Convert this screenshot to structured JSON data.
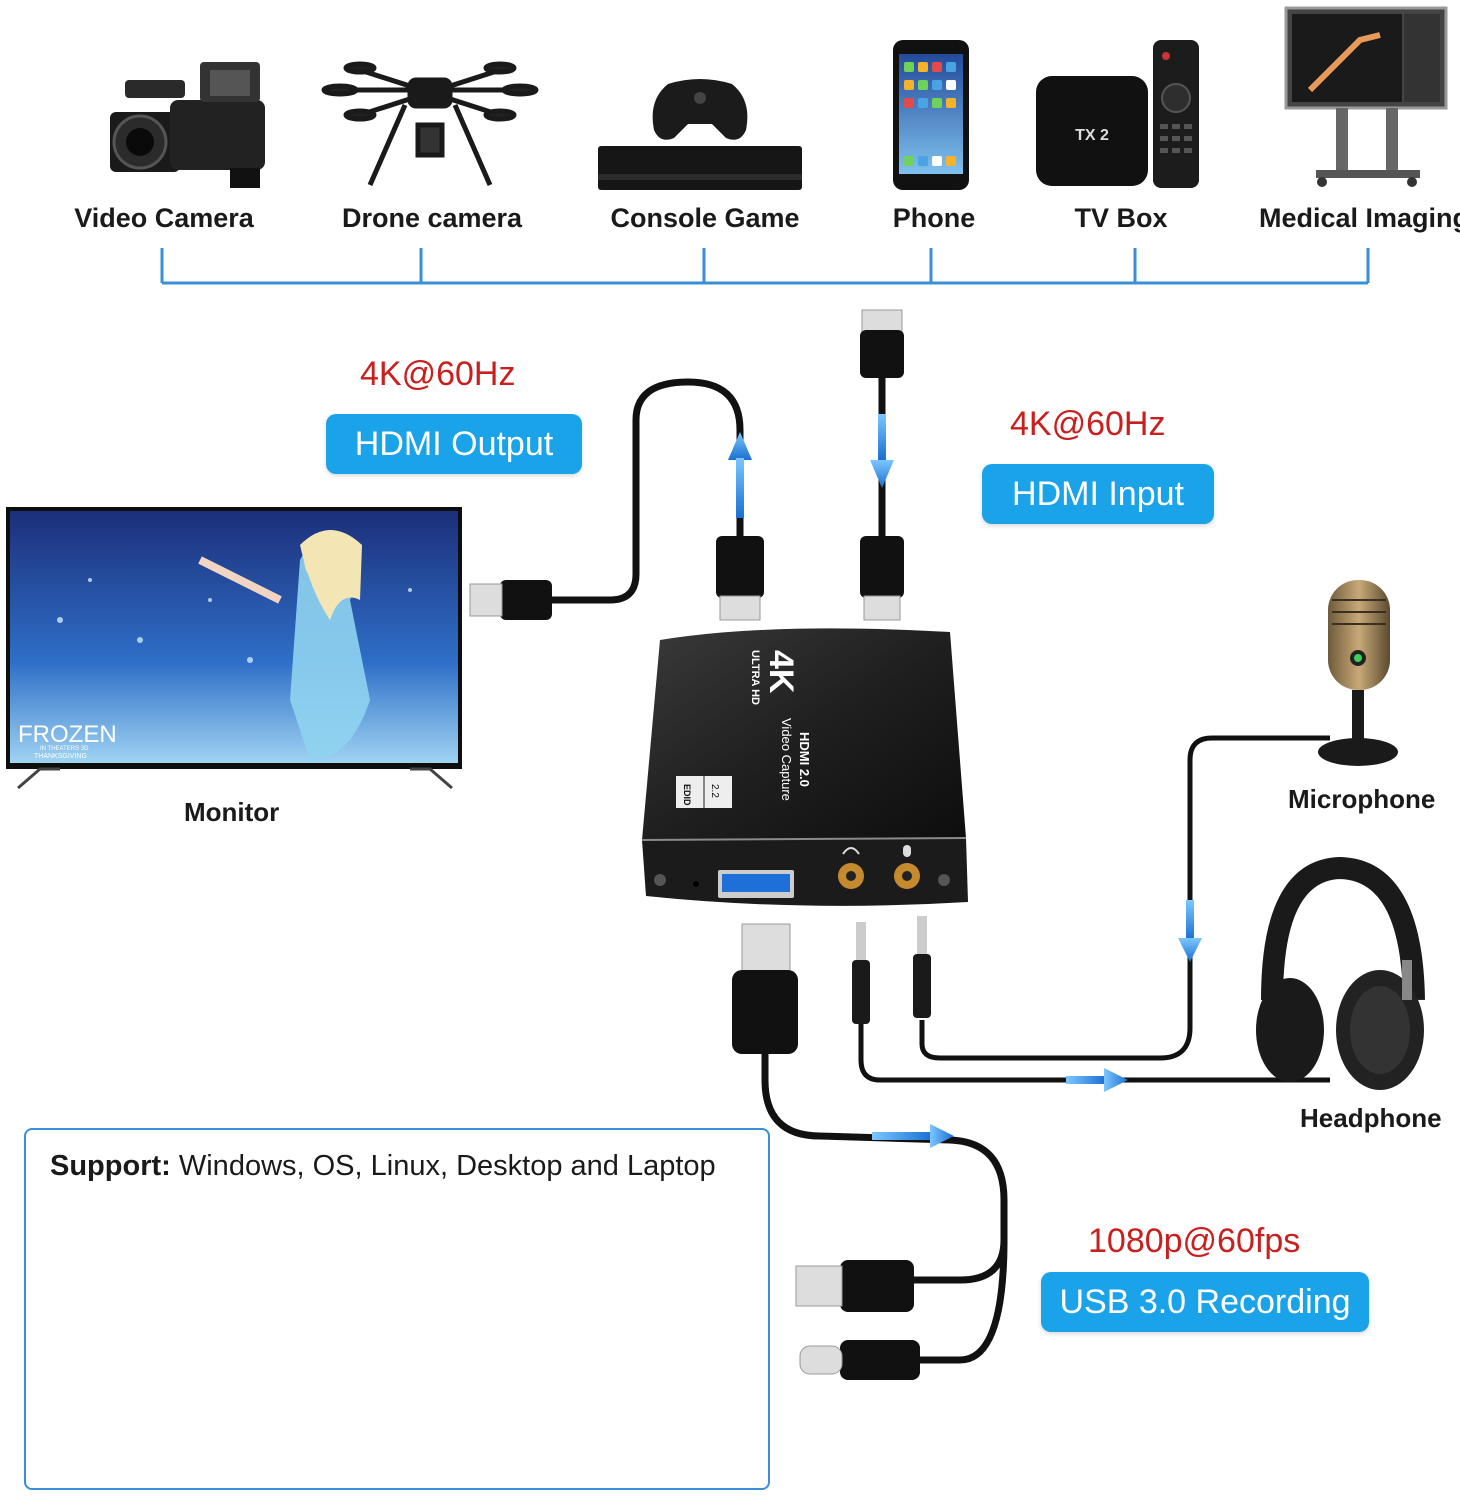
{
  "sources": [
    {
      "label": "Video Camera",
      "icon": "video-camera-icon"
    },
    {
      "label": "Drone camera",
      "icon": "drone-icon"
    },
    {
      "label": "Console Game",
      "icon": "game-console-icon"
    },
    {
      "label": "Phone",
      "icon": "phone-icon"
    },
    {
      "label": "TV Box",
      "icon": "tv-box-icon"
    },
    {
      "label": "Medical Imaging",
      "icon": "medical-monitor-icon"
    }
  ],
  "output": {
    "spec": "4K@60Hz",
    "label": "HDMI Output"
  },
  "input": {
    "spec": "4K@60Hz",
    "label": "HDMI Input"
  },
  "recording": {
    "spec": "1080p@60fps",
    "label": "USB 3.0 Recording"
  },
  "devices": {
    "monitor": "Monitor",
    "microphone": "Microphone",
    "headphone": "Headphone"
  },
  "tv_screen": {
    "title": "FROZEN",
    "subtitle": "IN THEATERS 3D",
    "line": "THANKSGIVING"
  },
  "tv_box_brand": "TX 2",
  "capture_card": {
    "badge": "4K",
    "sub": "ULTRA HD",
    "model": "HDMI 2.0",
    "name": "Video Capture",
    "edid_value": "2.2",
    "edid_label": "EDID"
  },
  "support": {
    "prefix": "Support:",
    "text": " Windows, OS, Linux, Desktop and Laptop"
  },
  "colors": {
    "accent": "#1aa3e8",
    "spec_red": "#c8201e",
    "connector_line": "#3a8fd6",
    "cable": "#111111"
  }
}
